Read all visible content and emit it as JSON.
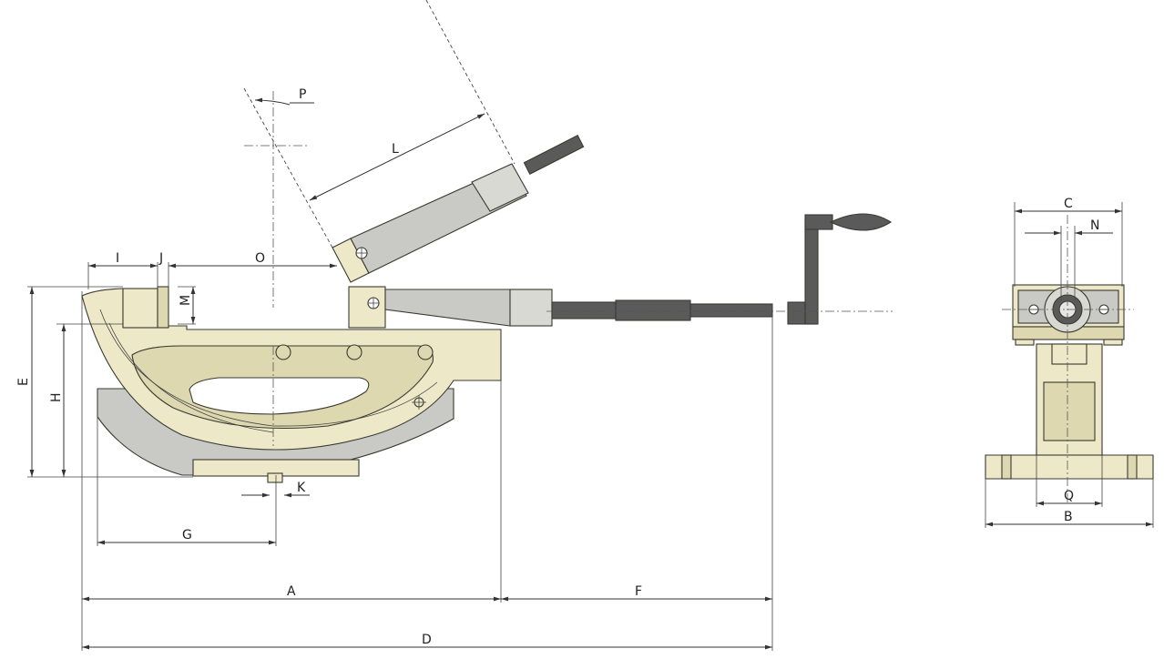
{
  "colors": {
    "cream": "#ece8c8",
    "cream_dark": "#ddd8b0",
    "grey": "#c9c9c5",
    "grey_light": "#d9d9d4",
    "steel": "#5a5a5a"
  },
  "dimension_labels": {
    "A": "A",
    "B": "B",
    "C": "C",
    "D": "D",
    "E": "E",
    "F": "F",
    "G": "G",
    "H": "H",
    "I": "I",
    "J": "J",
    "K": "K",
    "L": "L",
    "M": "M",
    "N": "N",
    "O": "O",
    "P": "P",
    "Q": "Q"
  }
}
